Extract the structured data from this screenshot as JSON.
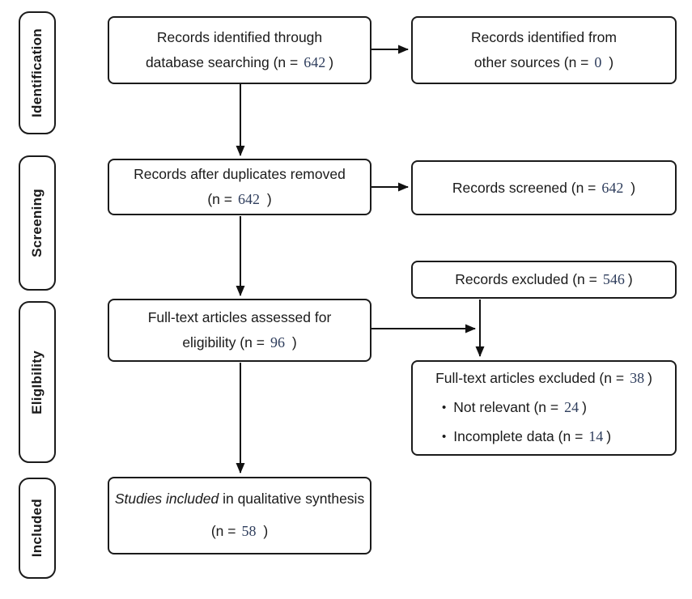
{
  "diagram_title": "PRISMA flow diagram",
  "colors": {
    "line": "#1b1b1b",
    "text": "#1a1a1a",
    "number": "#2e3d5c",
    "background": "#ffffff"
  },
  "sidebar": {
    "items": [
      {
        "label": "Identification"
      },
      {
        "label": "Screening"
      },
      {
        "label": "EligIbility"
      },
      {
        "label": "Included"
      }
    ]
  },
  "boxes": {
    "identified_db": {
      "line1": "Records identified through",
      "line2_pre": "database searching (n =",
      "n": "642",
      "line2_post": ")"
    },
    "identified_other": {
      "line1": "Records identified from",
      "line2_pre": "other sources (n =",
      "n": "0",
      "line2_post": " )"
    },
    "duplicates_removed": {
      "line1": "Records after duplicates removed",
      "line2_pre": "(n =",
      "n": "642",
      "line2_post": " )"
    },
    "screened": {
      "pre": "Records screened (n =",
      "n": "642",
      "post": " )"
    },
    "excluded": {
      "pre": "Records excluded (n =",
      "n": "546",
      "post": ")"
    },
    "fulltext_assessed": {
      "line1": "Full-text articles assessed for",
      "line2_pre": "eligibility (n =",
      "n": "96",
      "line2_post": " )"
    },
    "fulltext_excluded": {
      "title_pre": "Full-text articles excluded (n =",
      "title_n": "38",
      "title_post": ")",
      "bullets": [
        {
          "dot": "•",
          "pre": "Not relevant (n =",
          "n": "24",
          "post": ")"
        },
        {
          "dot": "•",
          "pre": "Incomplete data (n =",
          "n": "14",
          "post": ")"
        }
      ]
    },
    "included_qualitative": {
      "line1_italic": "Studies included",
      "line1_rest": " in qualitative synthesis",
      "line2_pre": "(n =",
      "n": "58",
      "line2_post": " )"
    }
  }
}
